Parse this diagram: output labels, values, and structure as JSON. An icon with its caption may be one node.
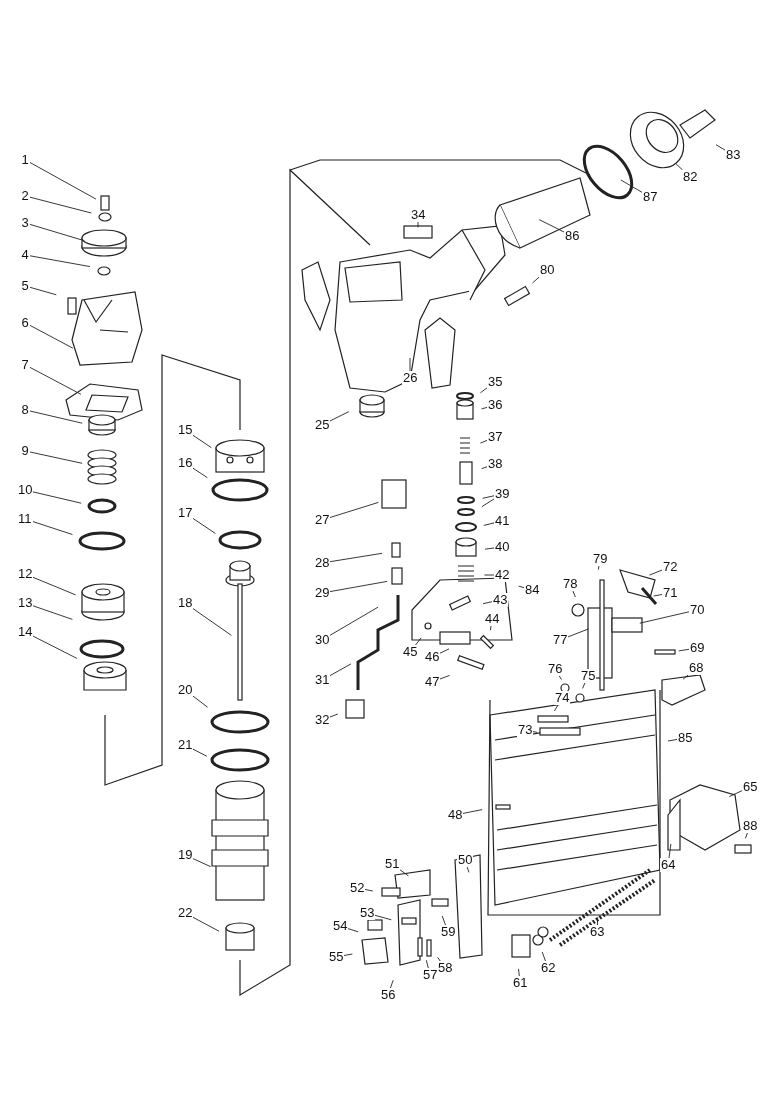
{
  "diagram": {
    "nodes": [
      {
        "text": [
          "1"
        ]
      },
      {
        "text": [
          "2"
        ]
      },
      {
        "text": [
          "3"
        ]
      },
      {
        "text": [
          "4"
        ]
      },
      {
        "text": [
          "5"
        ]
      },
      {
        "text": [
          "6"
        ]
      },
      {
        "text": [
          "7"
        ]
      },
      {
        "text": [
          "8"
        ]
      },
      {
        "text": [
          "9"
        ]
      },
      {
        "text": [
          "10"
        ]
      },
      {
        "text": [
          "11"
        ]
      },
      {
        "text": [
          "12"
        ]
      },
      {
        "text": [
          "13"
        ]
      },
      {
        "text": [
          "14"
        ]
      },
      {
        "text": [
          "15"
        ]
      },
      {
        "text": [
          "16"
        ]
      },
      {
        "text": [
          "17"
        ]
      },
      {
        "text": [
          "18"
        ]
      },
      {
        "text": [
          "19"
        ]
      },
      {
        "text": [
          "20"
        ]
      },
      {
        "text": [
          "21"
        ]
      },
      {
        "text": [
          "22"
        ]
      },
      {
        "text": [
          "25"
        ]
      },
      {
        "text": [
          "26"
        ]
      },
      {
        "text": [
          "27"
        ]
      },
      {
        "text": [
          "28"
        ]
      },
      {
        "text": [
          "29"
        ]
      },
      {
        "text": [
          "30"
        ]
      },
      {
        "text": [
          "31"
        ]
      },
      {
        "text": [
          "32"
        ]
      },
      {
        "text": [
          "34"
        ]
      },
      {
        "text": [
          "35"
        ]
      },
      {
        "text": [
          "36"
        ]
      },
      {
        "text": [
          "37"
        ]
      },
      {
        "text": [
          "38"
        ]
      },
      {
        "text": [
          "39"
        ]
      },
      {
        "text": [
          "40"
        ]
      },
      {
        "text": [
          "41"
        ]
      },
      {
        "text": [
          "42"
        ]
      },
      {
        "text": [
          "43"
        ]
      },
      {
        "text": [
          "44"
        ]
      },
      {
        "text": [
          "45"
        ]
      },
      {
        "text": [
          "46"
        ]
      },
      {
        "text": [
          "47"
        ]
      },
      {
        "text": [
          "48"
        ]
      },
      {
        "text": [
          "50"
        ]
      },
      {
        "text": [
          "51"
        ]
      },
      {
        "text": [
          "52"
        ]
      },
      {
        "text": [
          "53"
        ]
      },
      {
        "text": [
          "54"
        ]
      },
      {
        "text": [
          "55"
        ]
      },
      {
        "text": [
          "56"
        ]
      },
      {
        "text": [
          "57"
        ]
      },
      {
        "text": [
          "58"
        ]
      },
      {
        "text": [
          "59"
        ]
      },
      {
        "text": [
          "61"
        ]
      },
      {
        "text": [
          "62"
        ]
      },
      {
        "text": [
          "63"
        ]
      },
      {
        "text": [
          "64"
        ]
      },
      {
        "text": [
          "65"
        ]
      },
      {
        "text": [
          "68"
        ]
      },
      {
        "text": [
          "69"
        ]
      },
      {
        "text": [
          "70"
        ]
      },
      {
        "text": [
          "71"
        ]
      },
      {
        "text": [
          "72"
        ]
      },
      {
        "text": [
          "73"
        ]
      },
      {
        "text": [
          "74"
        ]
      },
      {
        "text": [
          "75"
        ]
      },
      {
        "text": [
          "76"
        ]
      },
      {
        "text": [
          "77"
        ]
      },
      {
        "text": [
          "78"
        ]
      },
      {
        "text": [
          "79"
        ]
      },
      {
        "text": [
          "80"
        ]
      },
      {
        "text": [
          "82"
        ]
      },
      {
        "text": [
          "83"
        ]
      },
      {
        "text": [
          "84"
        ]
      },
      {
        "text": [
          "85"
        ]
      },
      {
        "text": [
          "86"
        ]
      },
      {
        "text": [
          "87"
        ]
      },
      {
        "text": [
          "88"
        ]
      }
    ],
    "edges": [
      {
        "from": 0,
        "to": null,
        "arrow": "none"
      },
      {
        "from": 1,
        "to": null,
        "arrow": "none"
      },
      {
        "from": 2,
        "to": null,
        "arrow": "none"
      },
      {
        "from": 3,
        "to": null,
        "arrow": "none"
      },
      {
        "from": 4,
        "to": null,
        "arrow": "none"
      },
      {
        "from": 5,
        "to": null,
        "arrow": "none"
      },
      {
        "from": 6,
        "to": null,
        "arrow": "none"
      },
      {
        "from": 7,
        "to": null,
        "arrow": "none"
      },
      {
        "from": 8,
        "to": null,
        "arrow": "none"
      },
      {
        "from": 9,
        "to": null,
        "arrow": "none"
      },
      {
        "from": 10,
        "to": null,
        "arrow": "none"
      },
      {
        "from": 11,
        "to": null,
        "arrow": "none"
      },
      {
        "from": 12,
        "to": null,
        "arrow": "none"
      },
      {
        "from": 13,
        "to": null,
        "arrow": "none"
      },
      {
        "from": 14,
        "to": null,
        "arrow": "none"
      },
      {
        "from": 15,
        "to": null,
        "arrow": "none"
      },
      {
        "from": 16,
        "to": null,
        "arrow": "none"
      },
      {
        "from": 17,
        "to": null,
        "arrow": "none"
      },
      {
        "from": 18,
        "to": null,
        "arrow": "none"
      },
      {
        "from": 19,
        "to": null,
        "arrow": "none"
      },
      {
        "from": 20,
        "to": null,
        "arrow": "none"
      },
      {
        "from": 21,
        "to": null,
        "arrow": "none"
      },
      {
        "from": 22,
        "to": null,
        "arrow": "none"
      },
      {
        "from": 23,
        "to": null,
        "arrow": "none"
      },
      {
        "from": 24,
        "to": null,
        "arrow": "none"
      },
      {
        "from": 25,
        "to": null,
        "arrow": "none"
      },
      {
        "from": 26,
        "to": null,
        "arrow": "none"
      },
      {
        "from": 27,
        "to": null,
        "arrow": "none"
      },
      {
        "from": 28,
        "to": null,
        "arrow": "none"
      },
      {
        "from": 29,
        "to": null,
        "arrow": "none"
      },
      {
        "from": 30,
        "to": null,
        "arrow": "none"
      },
      {
        "from": 31,
        "to": null,
        "arrow": "none"
      },
      {
        "from": 32,
        "to": null,
        "arrow": "none"
      },
      {
        "from": 33,
        "to": null,
        "arrow": "none"
      },
      {
        "from": 34,
        "to": null,
        "arrow": "none"
      },
      {
        "from": 35,
        "to": null,
        "arrow": "none"
      },
      {
        "from": 35,
        "to": null,
        "arrow": "none"
      },
      {
        "from": 36,
        "to": null,
        "arrow": "none"
      },
      {
        "from": 37,
        "to": null,
        "arrow": "none"
      },
      {
        "from": 38,
        "to": null,
        "arrow": "none"
      },
      {
        "from": 39,
        "to": null,
        "arrow": "none"
      },
      {
        "from": 40,
        "to": null,
        "arrow": "none"
      },
      {
        "from": 41,
        "to": null,
        "arrow": "none"
      },
      {
        "from": 42,
        "to": null,
        "arrow": "none"
      },
      {
        "from": 43,
        "to": null,
        "arrow": "none"
      },
      {
        "from": 44,
        "to": null,
        "arrow": "none"
      },
      {
        "from": 45,
        "to": null,
        "arrow": "none"
      },
      {
        "from": 46,
        "to": null,
        "arrow": "none"
      },
      {
        "from": 47,
        "to": null,
        "arrow": "none"
      },
      {
        "from": 48,
        "to": null,
        "arrow": "none"
      },
      {
        "from": 49,
        "to": null,
        "arrow": "none"
      },
      {
        "from": 50,
        "to": null,
        "arrow": "none"
      },
      {
        "from": 51,
        "to": null,
        "arrow": "none"
      },
      {
        "from": 52,
        "to": null,
        "arrow": "none"
      },
      {
        "from": 53,
        "to": null,
        "arrow": "none"
      },
      {
        "from": 54,
        "to": null,
        "arrow": "none"
      },
      {
        "from": 55,
        "to": null,
        "arrow": "none"
      },
      {
        "from": 56,
        "to": null,
        "arrow": "none"
      },
      {
        "from": 57,
        "to": null,
        "arrow": "none"
      },
      {
        "from": 58,
        "to": null,
        "arrow": "none"
      },
      {
        "from": 59,
        "to": null,
        "arrow": "none"
      },
      {
        "from": 60,
        "to": null,
        "arrow": "none"
      },
      {
        "from": 61,
        "to": null,
        "arrow": "none"
      },
      {
        "from": 62,
        "to": null,
        "arrow": "none"
      },
      {
        "from": 63,
        "to": null,
        "arrow": "none"
      },
      {
        "from": 64,
        "to": null,
        "arrow": "none"
      },
      {
        "from": 65,
        "to": null,
        "arrow": "none"
      },
      {
        "from": 66,
        "to": null,
        "arrow": "none"
      },
      {
        "from": 67,
        "to": null,
        "arrow": "none"
      },
      {
        "from": 68,
        "to": null,
        "arrow": "none"
      },
      {
        "from": 69,
        "to": null,
        "arrow": "none"
      },
      {
        "from": 70,
        "to": null,
        "arrow": "none"
      },
      {
        "from": 71,
        "to": null,
        "arrow": "none"
      },
      {
        "from": 72,
        "to": null,
        "arrow": "none"
      },
      {
        "from": 73,
        "to": null,
        "arrow": "none"
      },
      {
        "from": 74,
        "to": null,
        "arrow": "none"
      },
      {
        "from": 75,
        "to": null,
        "arrow": "none"
      },
      {
        "from": 76,
        "to": null,
        "arrow": "none"
      },
      {
        "from": 77,
        "to": null,
        "arrow": "none"
      },
      {
        "from": 78,
        "to": null,
        "arrow": "none"
      },
      {
        "from": 79,
        "to": null,
        "arrow": "none"
      }
    ]
  }
}
